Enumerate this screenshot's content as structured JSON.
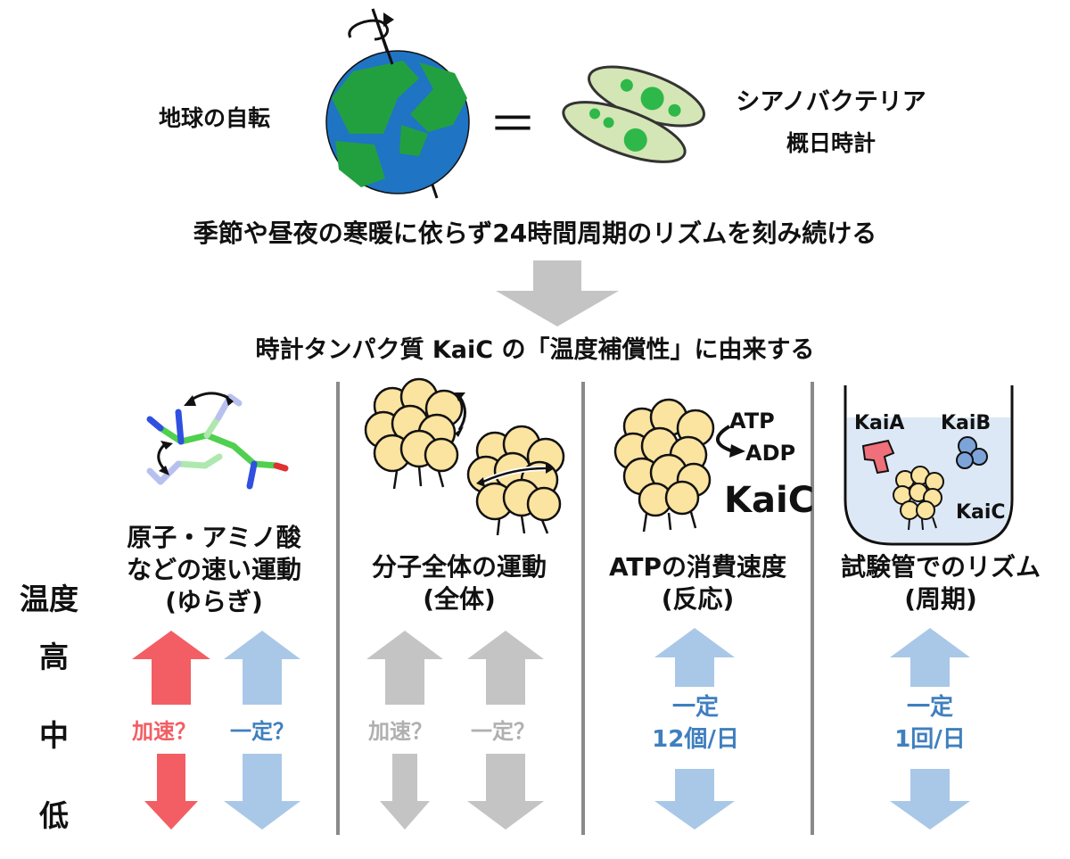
{
  "top": {
    "earth_label": "地球の自転",
    "equals": "＝",
    "cyano_line1": "シアノバクテリア",
    "cyano_line2": "概日時計",
    "statement": "季節や昼夜の寒暖に依らず24時間周期のリズムを刻み続ける",
    "conclusion": "時計タンパク質 KaiC の「温度補償性」に由来する"
  },
  "temperature": {
    "title": "温度",
    "high": "高",
    "mid": "中",
    "low": "低"
  },
  "columns": [
    {
      "title_line1": "原子・アミノ酸",
      "title_line2": "などの速い運動",
      "title_line3": "(ゆらぎ)",
      "arrow_left_label": "加速？",
      "arrow_right_label": "一定？"
    },
    {
      "title_line1": "分子全体の運動",
      "title_line2": "(全体)",
      "arrow_left_label": "加速？",
      "arrow_right_label": "一定？"
    },
    {
      "title_line1": "ATPの消費速度",
      "title_line2": "(反応)",
      "arrow_label_line1": "一定",
      "arrow_label_line2": "12個/日",
      "atp": "ATP",
      "adp": "ADP",
      "kaic": "KaiC"
    },
    {
      "title_line1": "試験管でのリズム",
      "title_line2": "(周期)",
      "arrow_label_line1": "一定",
      "arrow_label_line2": "1回/日",
      "kaia": "KaiA",
      "kaib": "KaiB",
      "kaic": "KaiC"
    }
  ],
  "colors": {
    "red_arrow": "#f25e63",
    "blue_arrow": "#a9c8e8",
    "gray_arrow": "#c4c4c4",
    "blue_text": "#3f7fbf",
    "earth_ocean": "#1f74c4",
    "earth_land": "#22a040",
    "protein_fill": "#fbe3a0",
    "cell_fill": "#d4e6b5",
    "cell_dot": "#2fb84a"
  }
}
